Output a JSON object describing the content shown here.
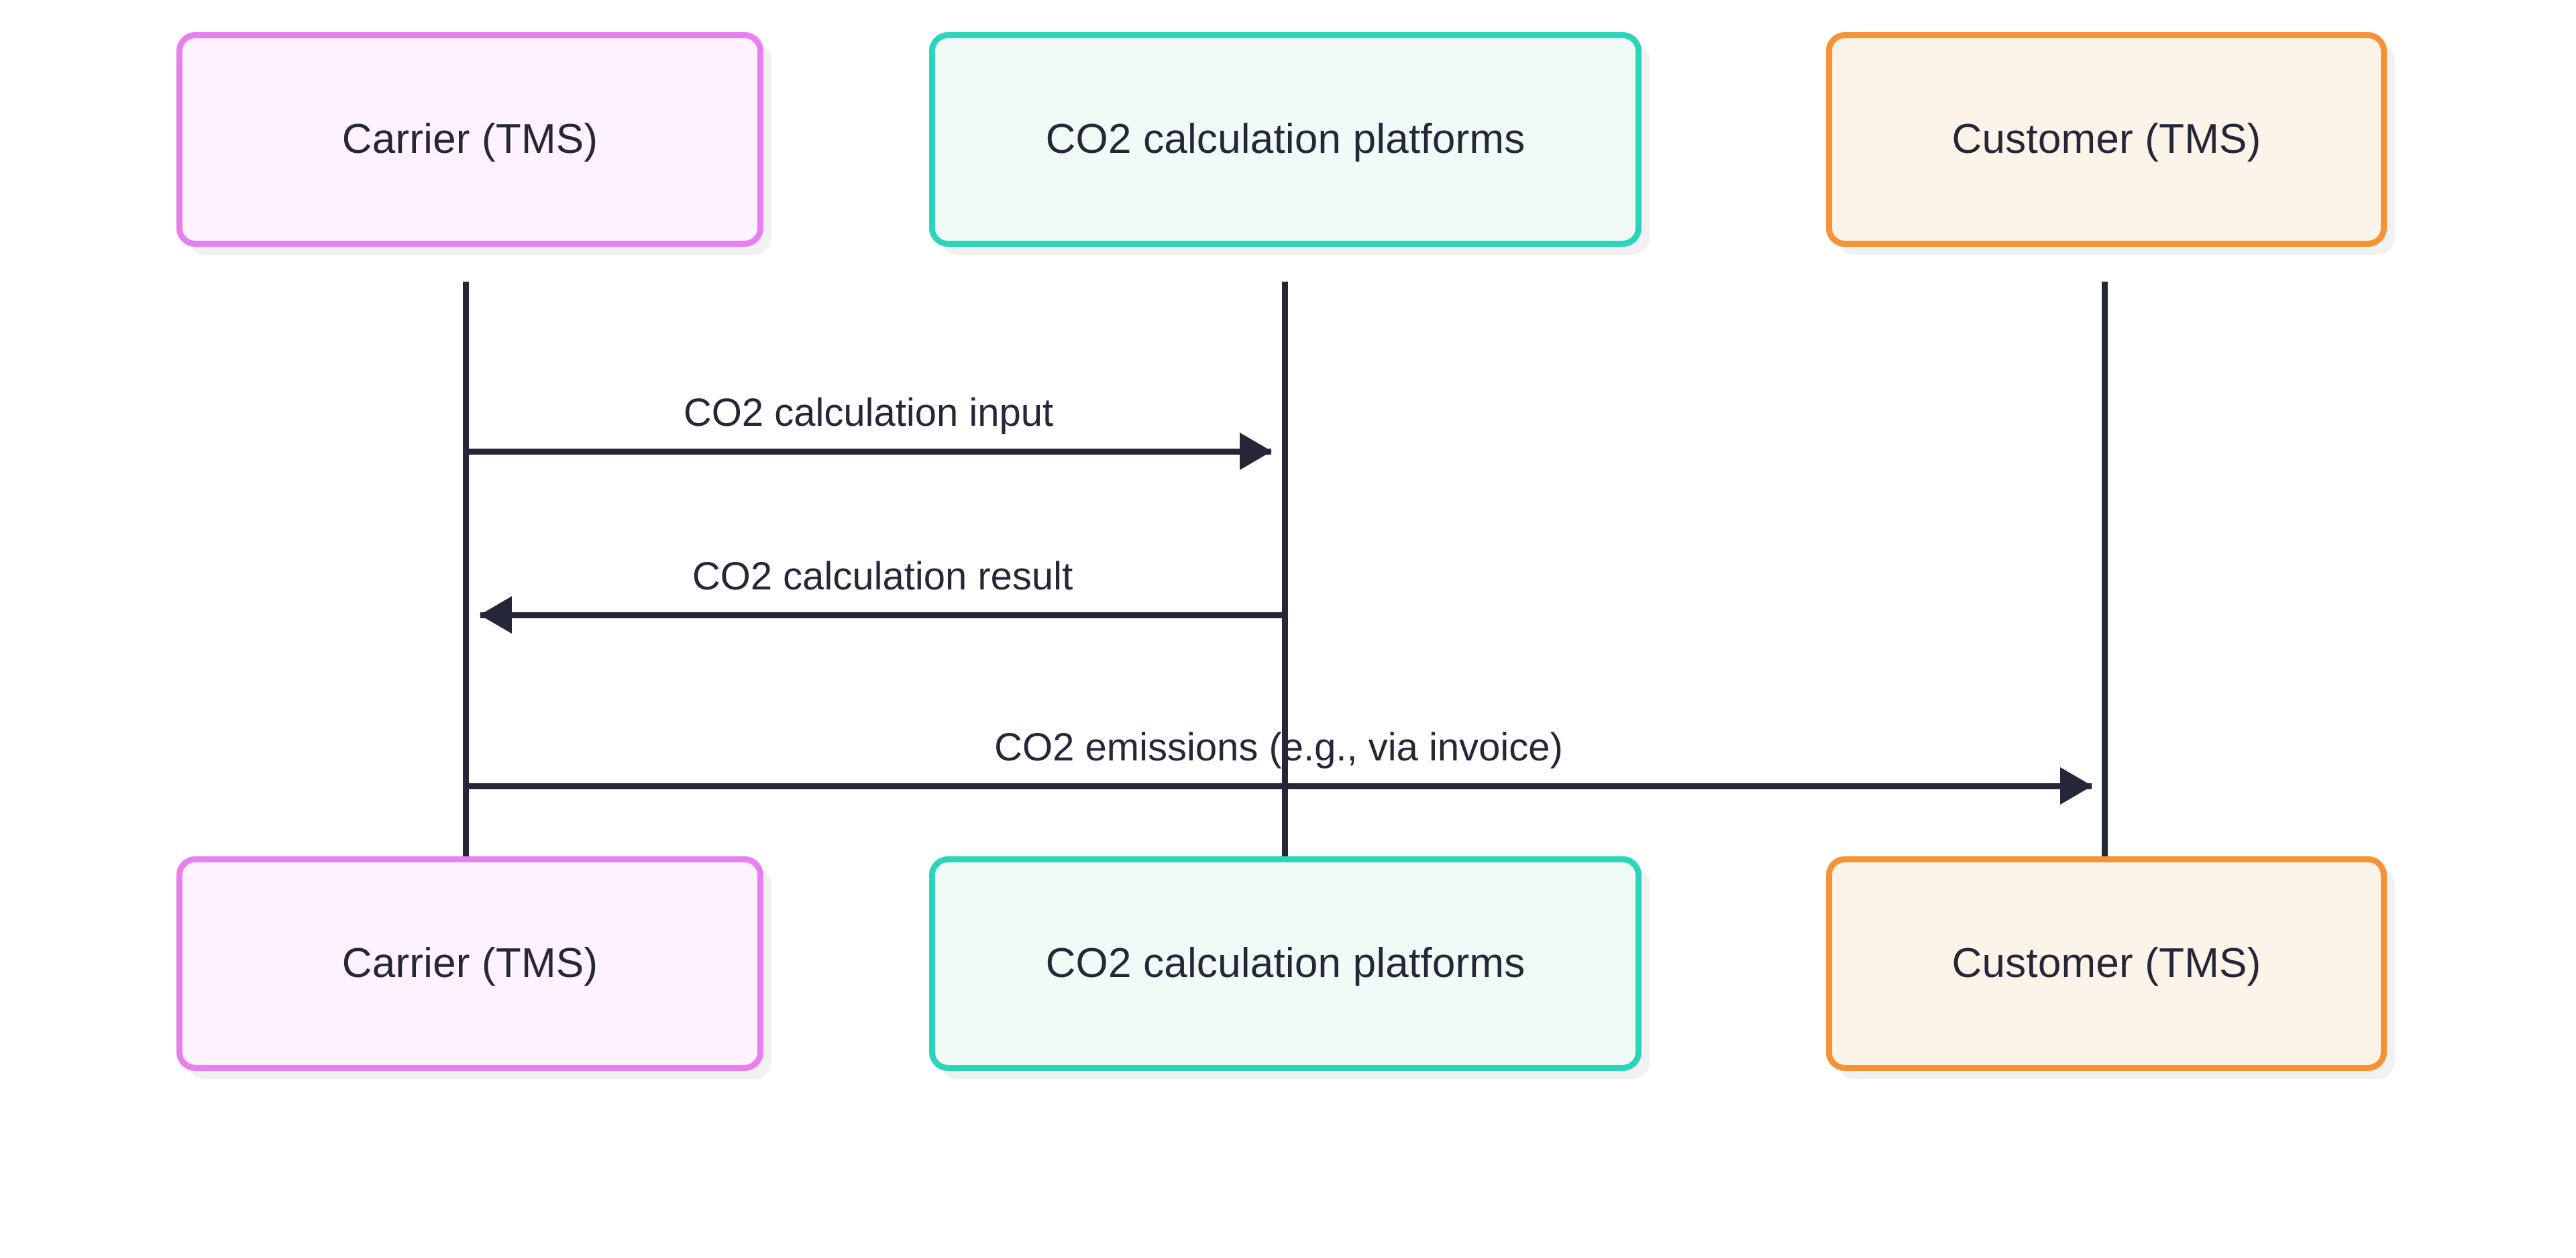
{
  "diagram": {
    "type": "sequence-diagram",
    "background_color": "#ffffff",
    "line_color": "#262639",
    "text_color": "#262639",
    "participants": [
      {
        "id": "carrier",
        "label": "Carrier (TMS)",
        "border_color": "#e87ef0",
        "fill_color": "#fdf2fd"
      },
      {
        "id": "platform",
        "label": "CO2 calculation platforms",
        "border_color": "#2bd5bb",
        "fill_color": "#f0fbf8"
      },
      {
        "id": "customer",
        "label": "Customer (TMS)",
        "border_color": "#f79234",
        "fill_color": "#fdf4e9"
      }
    ],
    "messages": [
      {
        "id": "msg-1",
        "label": "CO2 calculation input",
        "from": "carrier",
        "to": "platform",
        "direction": "right"
      },
      {
        "id": "msg-2",
        "label": "CO2 calculation result",
        "from": "platform",
        "to": "carrier",
        "direction": "left"
      },
      {
        "id": "msg-3",
        "label": "CO2 emissions (e.g., via invoice)",
        "from": "carrier",
        "to": "customer",
        "direction": "right"
      }
    ]
  }
}
